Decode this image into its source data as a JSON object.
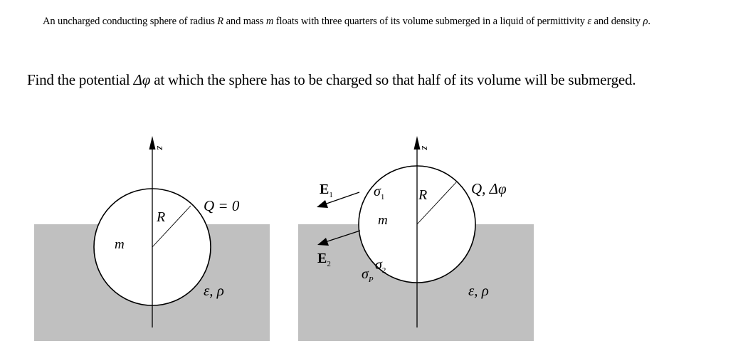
{
  "problem": {
    "intro": [
      {
        "t": "An uncharged conducting sphere of radius ",
        "i": false
      },
      {
        "t": "R",
        "i": true
      },
      {
        "t": " and mass ",
        "i": false
      },
      {
        "t": "m",
        "i": true
      },
      {
        "t": " floats with three quarters of its volume submerged in a liquid of permittivity ",
        "i": false
      },
      {
        "t": "ε",
        "i": true
      },
      {
        "t": " and density ",
        "i": false
      },
      {
        "t": "ρ",
        "i": true
      },
      {
        "t": ".",
        "i": false
      }
    ],
    "question": [
      {
        "t": "Find the potential ",
        "i": false
      },
      {
        "t": "Δφ",
        "i": true
      },
      {
        "t": " at which the sphere has to be charged so that half of its volume will be submerged.",
        "i": false
      }
    ]
  },
  "figure_left": {
    "axis_label": "z",
    "radius_label": "R",
    "mass_label": "m",
    "charge_label": "Q = 0",
    "medium_label": "ε, ρ"
  },
  "figure_right": {
    "axis_label": "z",
    "radius_label": "R",
    "mass_label": "m",
    "charge_label": "Q, Δφ",
    "medium_label": "ε, ρ",
    "field_upper": "E",
    "field_upper_sub": "1",
    "field_lower": "E",
    "field_lower_sub": "2",
    "sigma_upper": "σ",
    "sigma_upper_sub": "1",
    "sigma_lower": "σ",
    "sigma_lower_sub": "2",
    "sigma_pol": "σ",
    "sigma_pol_sub": "P"
  },
  "colors": {
    "liquid": "#c0c0c0",
    "sphere": "#ffffff",
    "stroke": "#000000"
  }
}
